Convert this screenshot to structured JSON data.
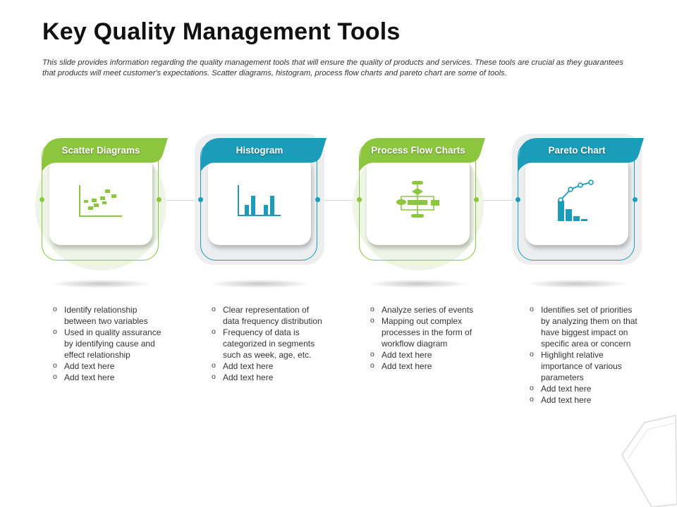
{
  "slide": {
    "title": "Key Quality Management Tools",
    "subtitle": "This slide provides information regarding the quality management tools that will ensure the quality of products and services. These tools are crucial as they guarantees that products will meet customer's expectations. Scatter diagrams, histogram, process flow charts and pareto chart are some of tools."
  },
  "colors": {
    "green": "#8cc63f",
    "teal": "#1b9cb8",
    "green_halo": "#eef4e6",
    "grey_halo": "#eceeef"
  },
  "tools": [
    {
      "label": "Scatter Diagrams",
      "icon": "scatter-plot-icon",
      "accent": "green",
      "bullets": [
        "Identify relationship between two variables",
        "Used in quality assurance by identifying cause and effect relationship",
        "Add text here",
        "Add text here"
      ]
    },
    {
      "label": "Histogram",
      "icon": "histogram-icon",
      "accent": "teal",
      "bullets": [
        "Clear representation of data frequency distribution",
        "Frequency of data is categorized in segments such as week, age, etc.",
        "Add text here",
        "Add text here"
      ]
    },
    {
      "label": "Process Flow Charts",
      "icon": "flowchart-icon",
      "accent": "green",
      "bullets": [
        "Analyze series of events",
        "Mapping out complex processes in the form of workflow diagram",
        "Add text here",
        "Add text here"
      ]
    },
    {
      "label": "Pareto Chart",
      "icon": "pareto-chart-icon",
      "accent": "teal",
      "bullets": [
        "Identifies set of priorities by analyzing them on that have biggest impact on specific area or concern",
        "Highlight relative importance of various parameters",
        "Add text here",
        "Add text here"
      ]
    }
  ]
}
